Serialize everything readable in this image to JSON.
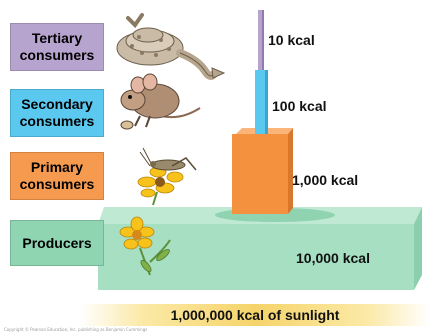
{
  "levels": {
    "tertiary": {
      "label": "Tertiary consumers",
      "energy": "10 kcal",
      "color": "#b7a4ce"
    },
    "secondary": {
      "label": "Secondary consumers",
      "energy": "100 kcal",
      "color": "#5ac8ef"
    },
    "primary": {
      "label": "Primary consumers",
      "energy": "1,000 kcal",
      "color": "#f59a4f"
    },
    "producers": {
      "label": "Producers",
      "energy": "10,000 kcal",
      "color": "#8fd5b2"
    }
  },
  "sunlight": "1,000,000 kcal of sunlight",
  "copyright": "Copyright © Pearson Education, Inc. publishing as Benjamin Cummings",
  "icons": [
    "rattlesnake-icon",
    "mouse-icon",
    "grasshopper-icon",
    "flower-icon"
  ]
}
